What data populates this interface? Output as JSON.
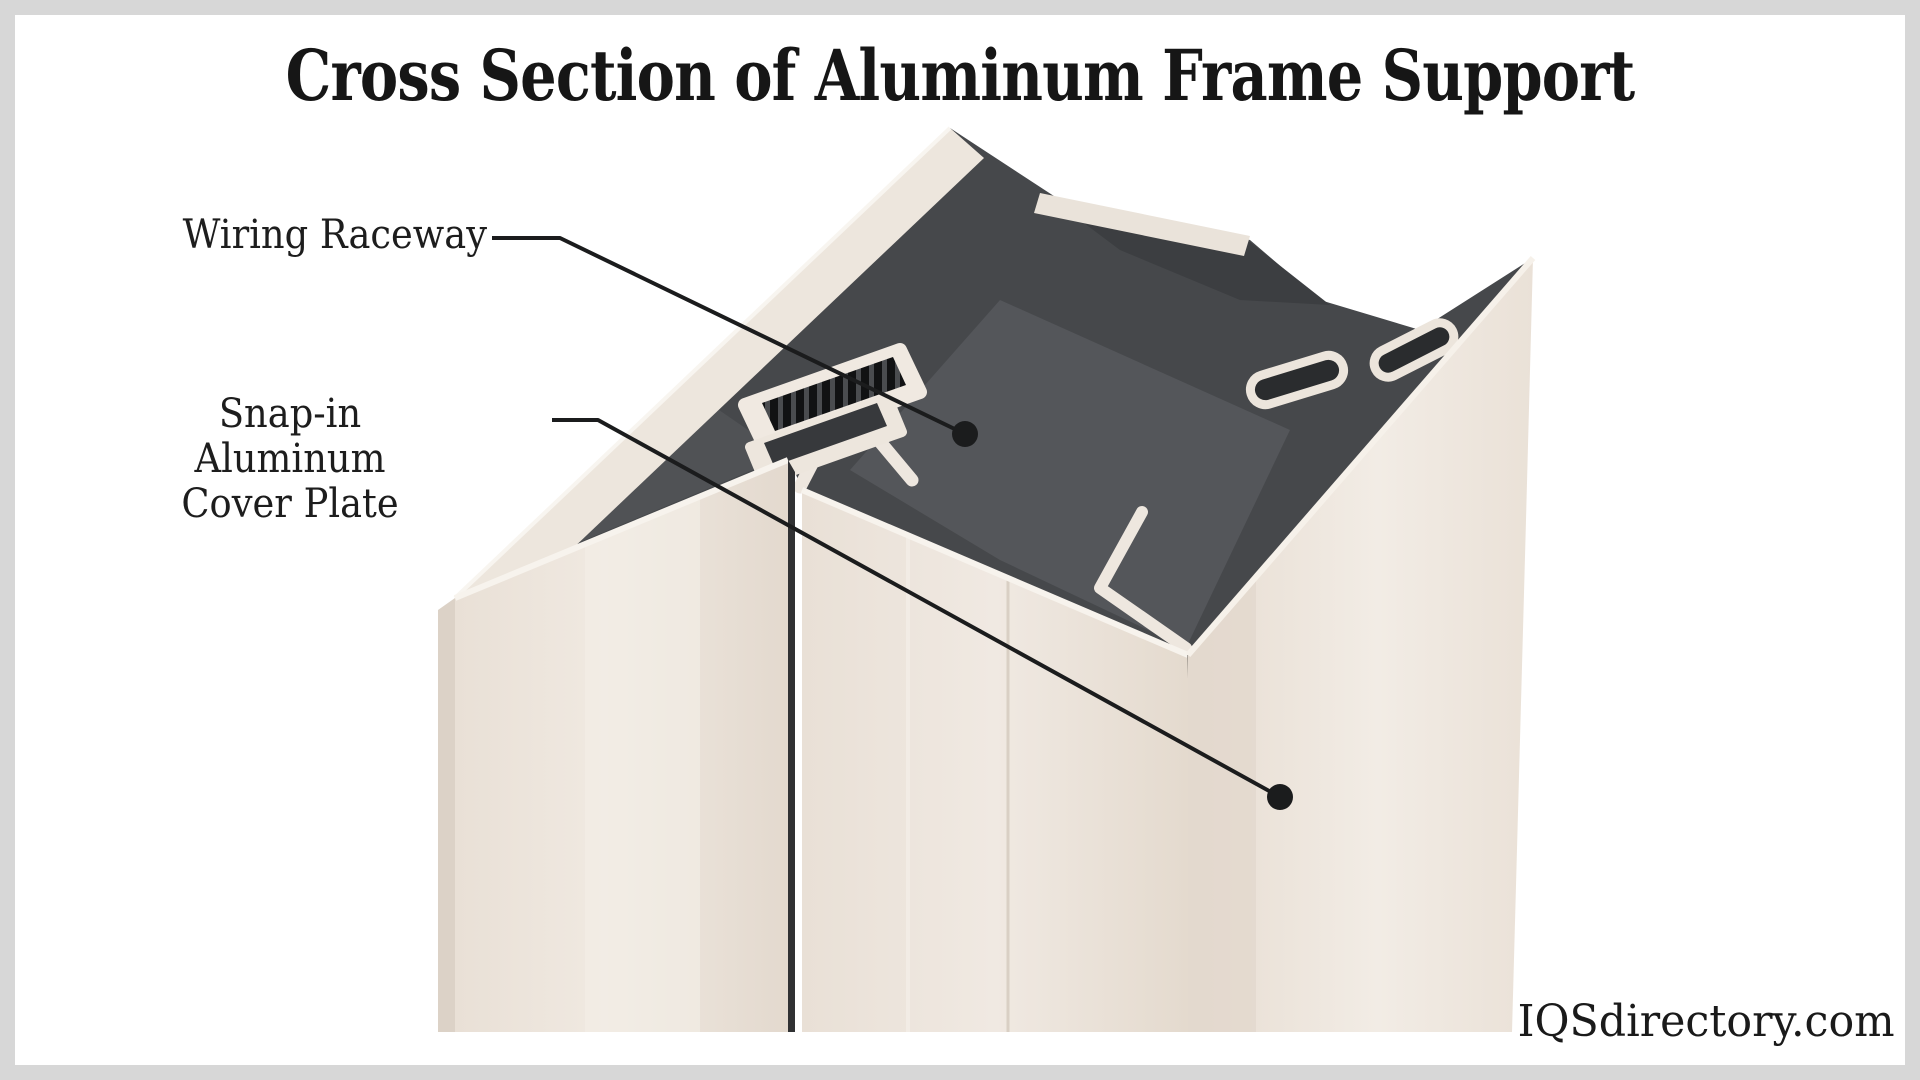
{
  "title": "Cross Section of Aluminum Frame Support",
  "labels": {
    "wiring_raceway": "Wiring Raceway",
    "snap_in_line1": "Snap-in Aluminum",
    "snap_in_line2": "Cover Plate"
  },
  "watermark": "IQSdirectory.com",
  "colors": {
    "background": "#ffffff",
    "canvas_border": "#d7d7d7",
    "text": "#1d1d1d",
    "leader_line": "#1b1c1d",
    "aluminum_body": "#ece4da",
    "aluminum_highlight": "#f6f2ec",
    "aluminum_shadow": "#ddd3c8",
    "cut_face_dark": "#46484b",
    "cut_face_mid": "#55575b",
    "teeth_black": "#121314"
  }
}
